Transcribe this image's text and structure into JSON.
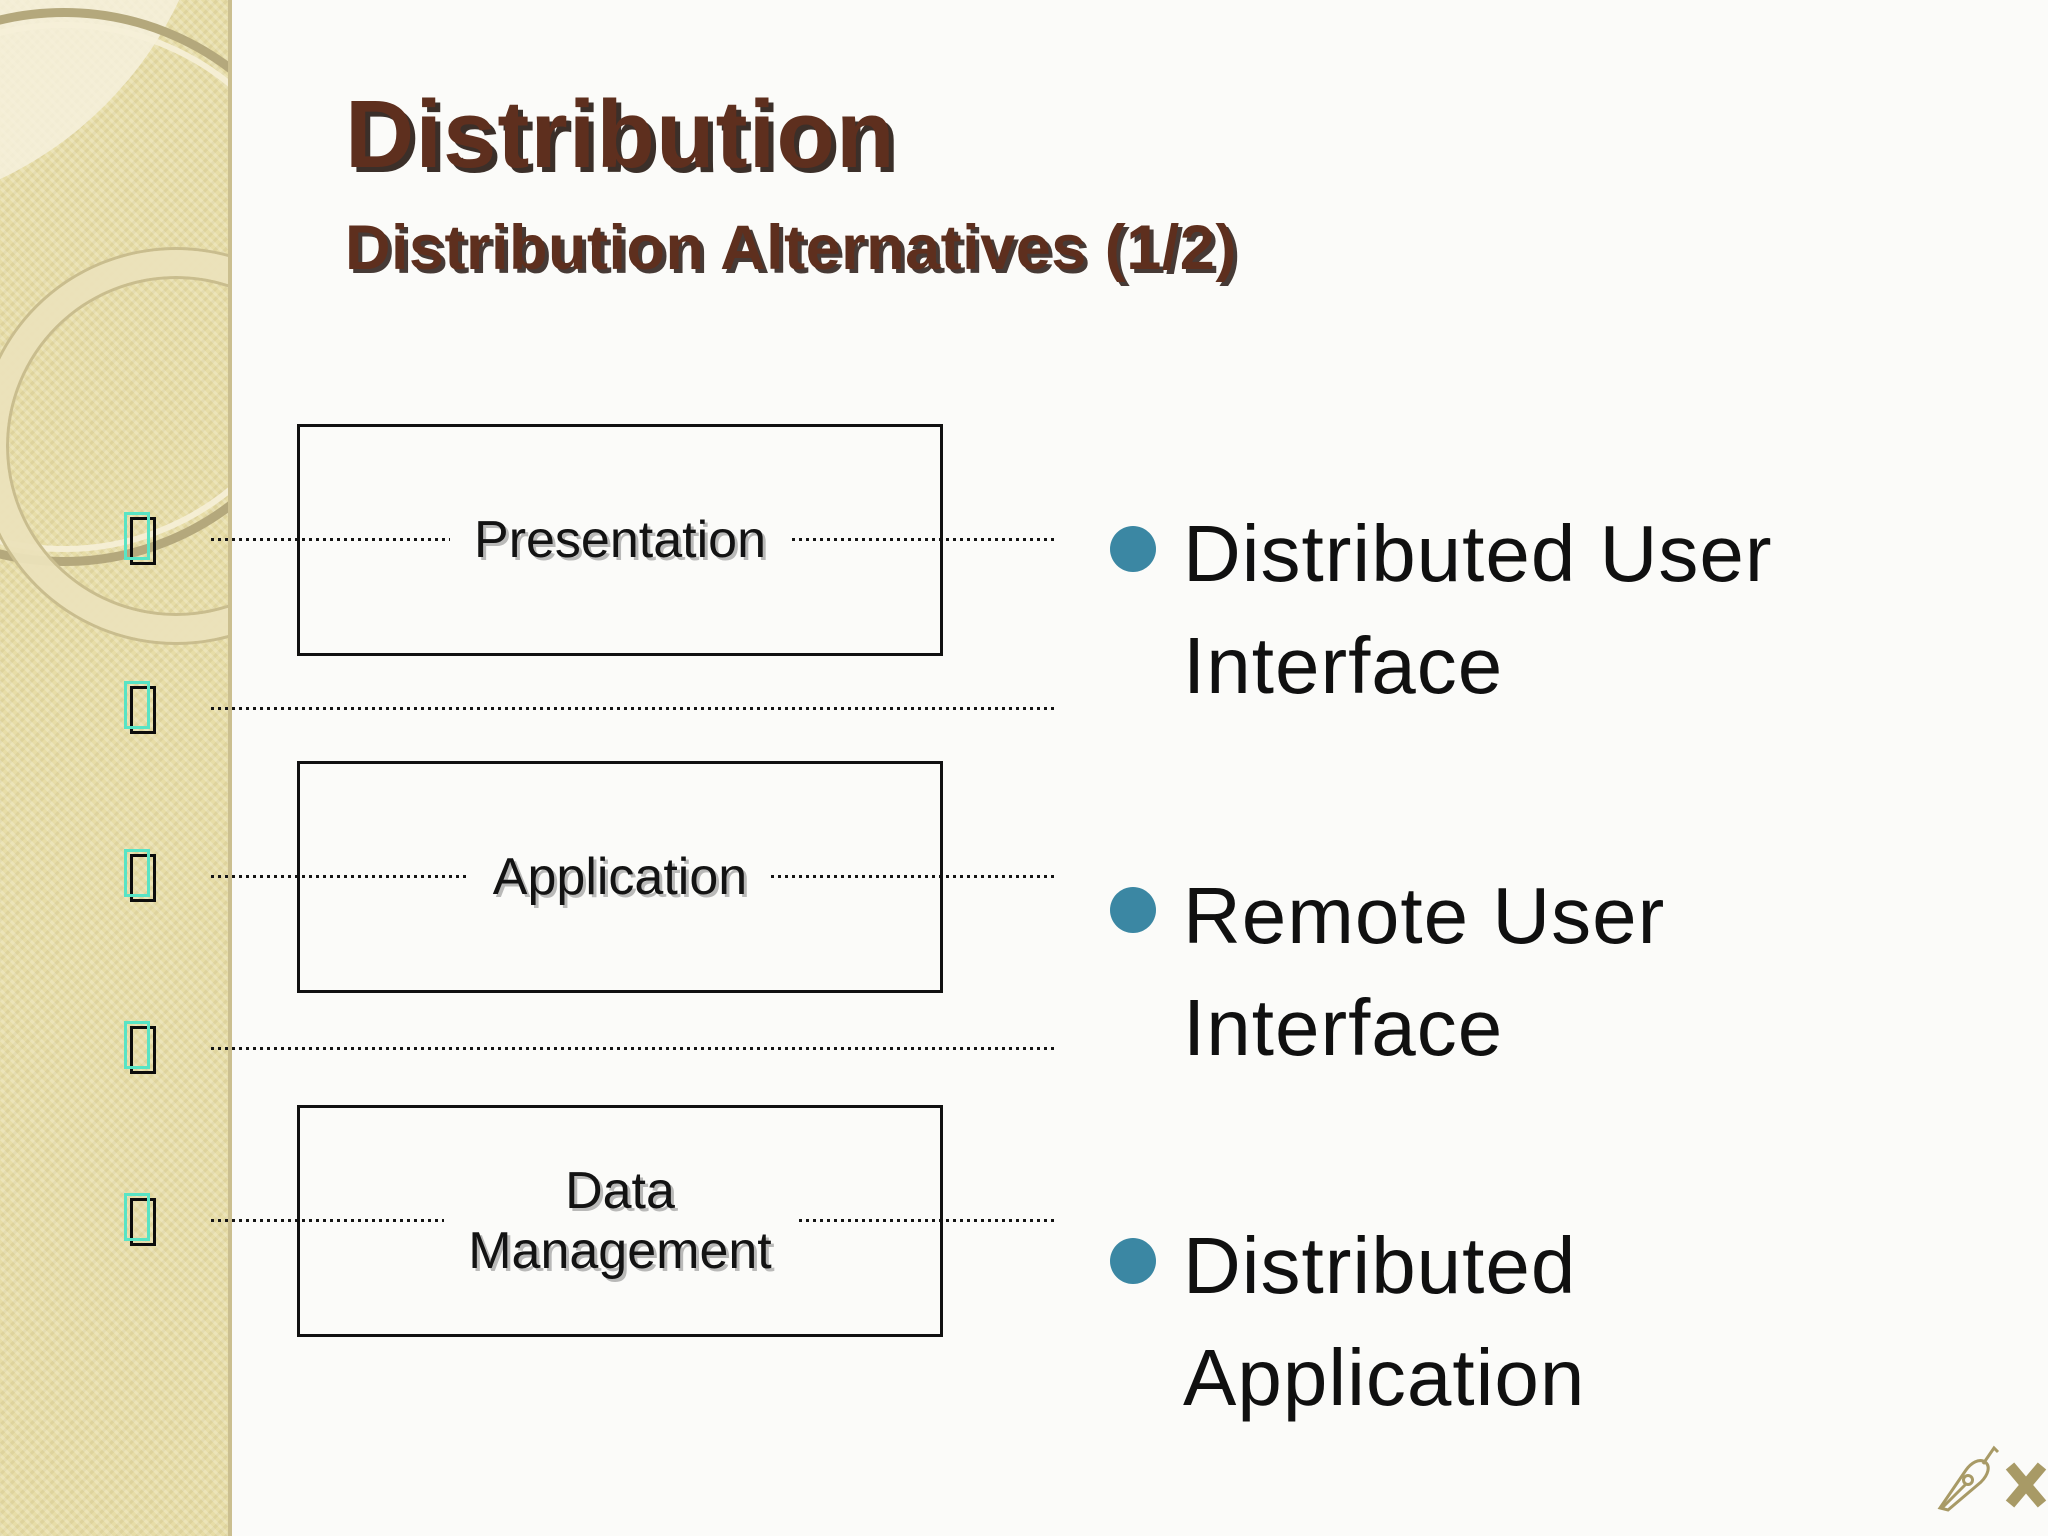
{
  "header": {
    "title": "Distribution",
    "subtitle": "Distribution Alternatives (1/2)"
  },
  "diagram": {
    "layers": [
      {
        "name": "presentation",
        "lines": [
          "Presentation"
        ]
      },
      {
        "name": "application",
        "lines": [
          "Application"
        ]
      },
      {
        "name": "data-management",
        "lines": [
          "Data",
          "Management"
        ]
      }
    ],
    "separator_line_count": 5,
    "missing_glyph_count": 5
  },
  "bullets": [
    {
      "lines": [
        "Distributed User",
        "Interface"
      ]
    },
    {
      "lines": [
        "Remote User",
        "Interface"
      ]
    },
    {
      "lines": [
        "Distributed",
        "Application"
      ]
    }
  ],
  "footer": {
    "icons": [
      "pen-nib",
      "x-mark",
      "x-mark"
    ]
  },
  "colors": {
    "title_brown": "#5e2f1e",
    "bullet_teal": "#3b87a3",
    "glyph_teal": "#58e4c5",
    "sidebar_tan": "#e7dda7",
    "icon_khaki": "#a89a66",
    "line_black": "#151515"
  }
}
